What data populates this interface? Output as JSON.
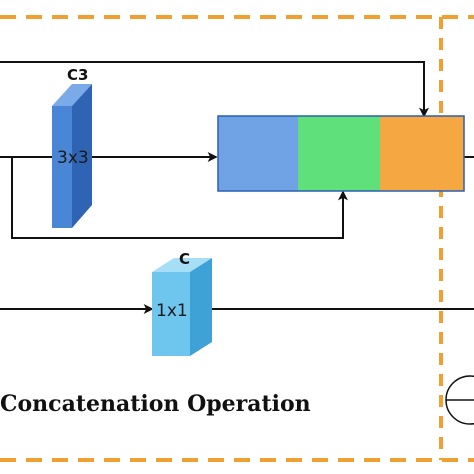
{
  "colors": {
    "border_dash": "#f0a030",
    "line": "#111111",
    "c3_front": "#4a86d6",
    "c3_side": "#2f63b3",
    "c3_top": "#7aaae8",
    "c_front": "#6ec6ee",
    "c_side": "#3ea2d6",
    "c_top": "#a6def6",
    "concat_blue": "#6fa3e6",
    "concat_green": "#5fe07a",
    "concat_orange": "#f5a742",
    "concat_border": "#2b5fb3"
  },
  "blocks": {
    "c3": {
      "title": "C3",
      "label": "3x3"
    },
    "c": {
      "title": "C",
      "label": "1x1"
    }
  },
  "legend": {
    "concat_text": "Concatenation Operation",
    "symbol_icon": "concatenation-symbol-icon"
  }
}
